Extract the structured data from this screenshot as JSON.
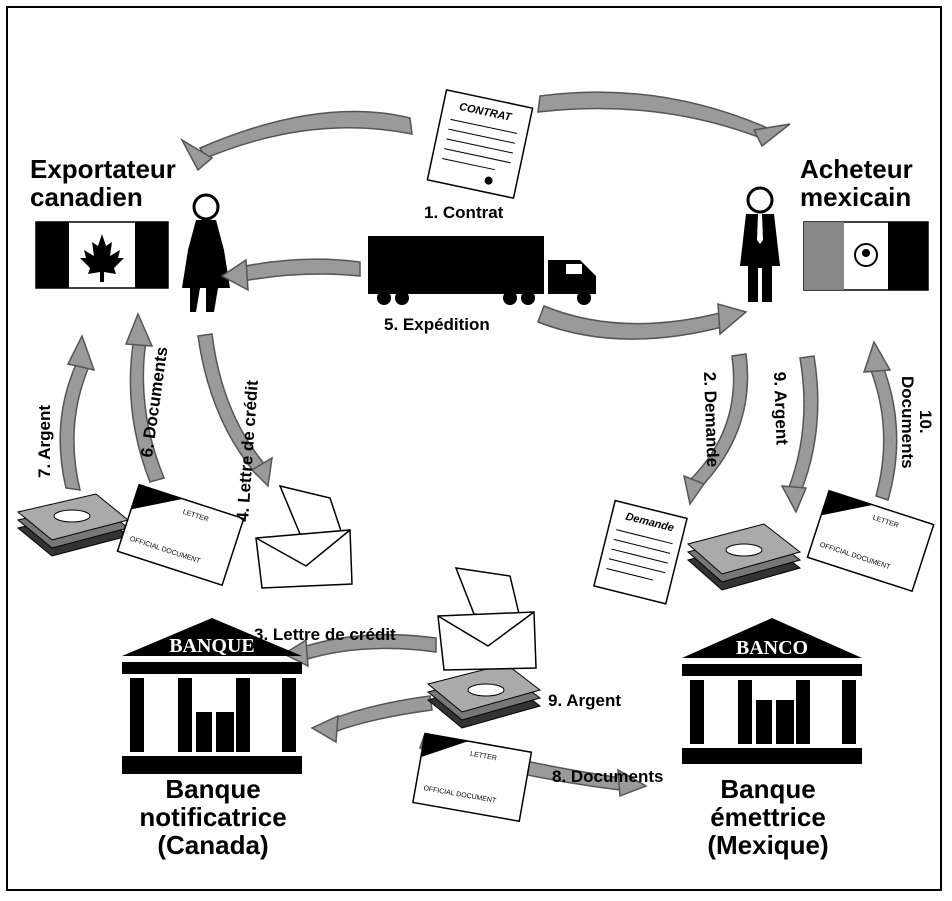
{
  "parties": {
    "exporter": [
      "Exportateur",
      "canadien"
    ],
    "buyer": [
      "Acheteur",
      "mexicain"
    ],
    "advising_bank": [
      "Banque",
      "notificatrice",
      "(Canada)"
    ],
    "issuing_bank": [
      "Banque",
      "émettrice",
      "(Mexique)"
    ]
  },
  "signs": {
    "contract_doc": "CONTRAT",
    "request_doc": "Demande",
    "bank_left": "BANQUE",
    "bank_right": "BANCO",
    "doc_card_title": "LETTER",
    "doc_card_line": "OFFICIAL DOCUMENT"
  },
  "steps": {
    "s1": "1. Contrat",
    "s2": "2. Demande",
    "s3": "3. Lettre de crédit",
    "s4": "4. Lettre de crédit",
    "s5": "5. Expédition",
    "s6": "6. Documents",
    "s7": "7. Argent",
    "s8": "8. Documents",
    "s9a": "9. Argent",
    "s9b": "9. Argent",
    "s10a": "10.",
    "s10b": "Documents"
  },
  "colors": {
    "arrow_fill": "#9a9a9a",
    "ink": "#000000",
    "mexico_green": "#3a3a3a"
  }
}
